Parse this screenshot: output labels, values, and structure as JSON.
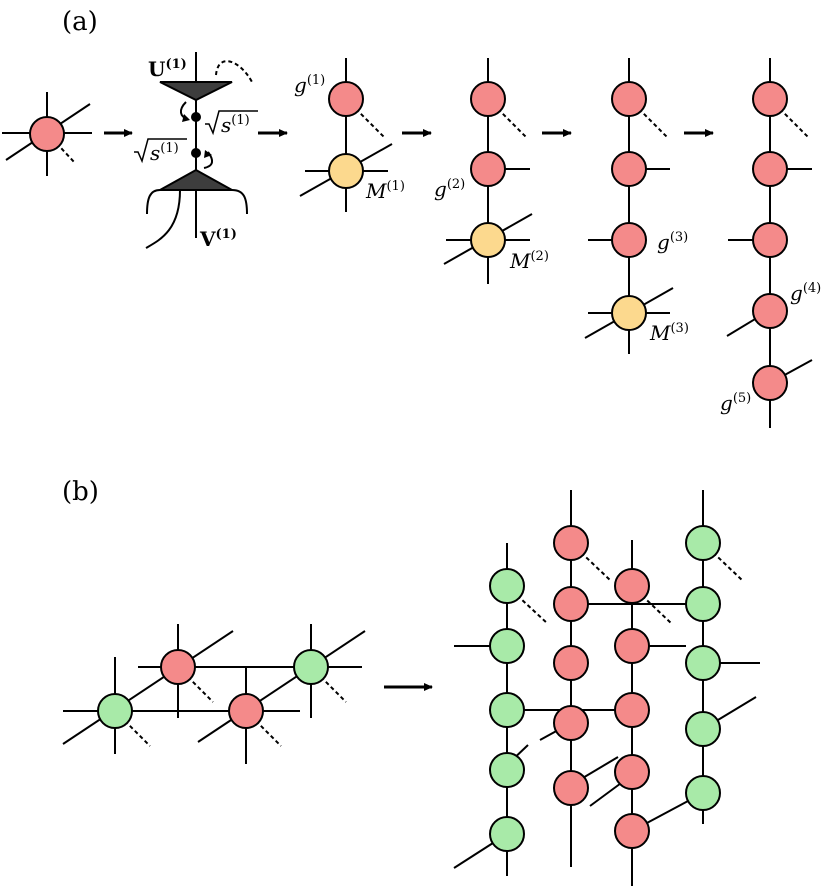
{
  "panels": {
    "a": "(a)",
    "b": "(b)"
  },
  "labels": {
    "U": "U",
    "V": "V",
    "g": "g",
    "M": "M",
    "s": "s",
    "sup1": "(1)",
    "sup2": "(2)",
    "sup3": "(3)",
    "sup4": "(4)",
    "sup5": "(5)"
  },
  "colors": {
    "red": "#f48a8a",
    "yellow": "#fcd98e",
    "green": "#a8eaa8",
    "triangle": "#3d3d3d"
  }
}
